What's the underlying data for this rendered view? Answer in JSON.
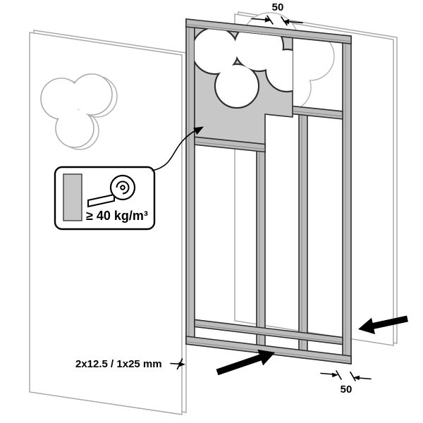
{
  "title": "Partition wall metal stud frame with mineral wool insulation - installation diagram",
  "colors": {
    "background": "#ffffff",
    "frame_line": "#2e2e2e",
    "stud_fill": "#bcbcbc",
    "insulation_fill": "#c7c7c7",
    "panel_line": "#a9a9a9",
    "panel_cutout_line": "#b5b5b5",
    "annotation": "#000000"
  },
  "dimensions": {
    "stud_width_top": "50",
    "stud_width_bottom": "50",
    "board_thickness": "2x12.5 / 1x25 mm"
  },
  "callout": {
    "density_label": "≥ 40 kg/m³",
    "board_icon": "insulation-board",
    "roll_icon": "insulation-roll"
  },
  "icons": {
    "insulation_roll": "rolled-mineral-wool",
    "insulation_board": "gray-board-swatch",
    "mount_arrows": "solid-black-direction-arrows"
  }
}
